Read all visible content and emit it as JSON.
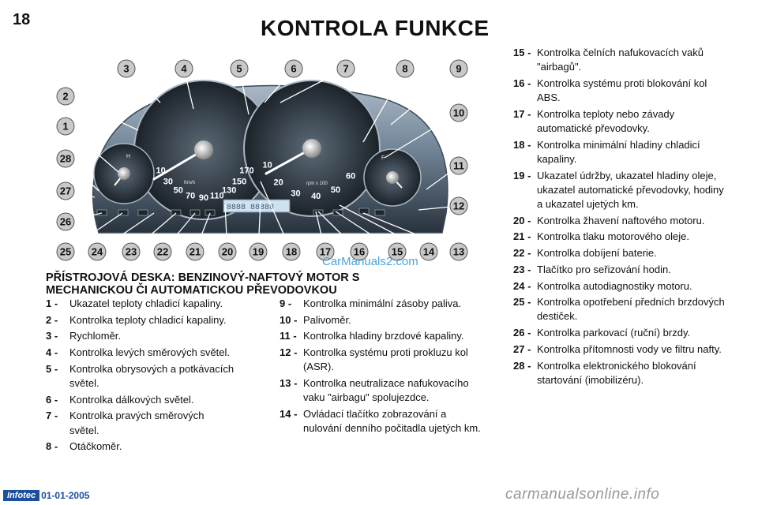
{
  "page": {
    "number": "18",
    "title": "KONTROLA FUNKCE"
  },
  "figure": {
    "watermark": "CarManuals2.com",
    "speed_scale": [
      "10",
      "30",
      "50",
      "70",
      "90",
      "110",
      "130",
      "150",
      "170"
    ],
    "speed_unit": "Km/h",
    "rpm_scale": [
      "10",
      "20",
      "30",
      "40",
      "50",
      "60"
    ],
    "rpm_unit": "rpm x 100",
    "odometer": "8888 88888",
    "callouts": [
      "1",
      "2",
      "3",
      "4",
      "5",
      "6",
      "7",
      "8",
      "9",
      "10",
      "11",
      "12",
      "13",
      "14",
      "15",
      "16",
      "17",
      "18",
      "19",
      "20",
      "21",
      "22",
      "23",
      "24",
      "25",
      "26",
      "27",
      "28"
    ],
    "gauge_letters": {
      "h": "H",
      "f": "F"
    }
  },
  "subtitle": [
    "PŘÍSTROJOVÁ DESKA: BENZINOVÝ-NAFTOVÝ MOTOR S",
    "MECHANICKOU ČI AUTOMATICKOU PŘEVODOVKOU"
  ],
  "legend": {
    "col_a": [
      {
        "num": "1 -",
        "text": "Ukazatel teploty chladicí kapaliny."
      },
      {
        "num": "2 -",
        "text": "Kontrolka teploty chladicí kapaliny."
      },
      {
        "num": "3 -",
        "text": "Rychloměr."
      },
      {
        "num": "4 -",
        "text": "Kontrolka levých směrových světel."
      },
      {
        "num": "5 -",
        "text": "Kontrolka obrysových a potkávacích světel."
      },
      {
        "num": "6 -",
        "text": "Kontrolka dálkových světel."
      },
      {
        "num": "7 -",
        "text": "Kontrolka pravých směrových světel."
      },
      {
        "num": "8 -",
        "text": "Otáčkoměr."
      }
    ],
    "col_b": [
      {
        "num": "9 -",
        "text": "Kontrolka minimální zásoby paliva."
      },
      {
        "num": "10 -",
        "text": "Palivoměr."
      },
      {
        "num": "11 -",
        "text": "Kontrolka hladiny brzdové kapaliny."
      },
      {
        "num": "12 -",
        "text": "Kontrolka systému proti prokluzu kol (ASR)."
      },
      {
        "num": "13 -",
        "text": "Kontrolka neutralizace nafukovacího vaku \"airbagu\" spolujezdce."
      },
      {
        "num": "14 -",
        "text": "Ovládací tlačítko zobrazování a nulování denního počitadla ujetých km."
      }
    ],
    "col_c": [
      {
        "num": "15 -",
        "text": "Kontrolka čelních nafukovacích vaků \"airbagů\"."
      },
      {
        "num": "16 -",
        "text": "Kontrolka systému proti blokování kol ABS."
      },
      {
        "num": "17 -",
        "text": "Kontrolka teploty nebo závady automatické převodovky."
      },
      {
        "num": "18 -",
        "text": "Kontrolka minimální hladiny chladicí kapaliny."
      },
      {
        "num": "19 -",
        "text": "Ukazatel údržby, ukazatel hladiny oleje, ukazatel automatické převodovky, hodiny a ukazatel ujetých km."
      },
      {
        "num": "20 -",
        "text": "Kontrolka žhavení naftového motoru."
      },
      {
        "num": "21 -",
        "text": "Kontrolka tlaku motorového oleje."
      },
      {
        "num": "22 -",
        "text": "Kontrolka dobíjení baterie."
      },
      {
        "num": "23 -",
        "text": "Tlačítko pro seřizování hodin."
      },
      {
        "num": "24 -",
        "text": "Kontrolka autodiagnostiky motoru."
      },
      {
        "num": "25 -",
        "text": "Kontrolka opotřebení předních brzdových destiček."
      },
      {
        "num": "26 -",
        "text": "Kontrolka parkovací (ruční) brzdy."
      },
      {
        "num": "27 -",
        "text": "Kontrolka přítomnosti vody ve filtru nafty."
      },
      {
        "num": "28 -",
        "text": "Kontrolka elektronického blokování startování (imobilizéru)."
      }
    ]
  },
  "footer": {
    "logo": "Infotec",
    "date": "01-01-2005",
    "site": "carmanualsonline.info"
  },
  "colors": {
    "panel_top": "#9fb0c0",
    "panel_bottom": "#2a3440",
    "callout_fill": "#c9c9c9",
    "accent_blue": "#1c4fa0"
  }
}
